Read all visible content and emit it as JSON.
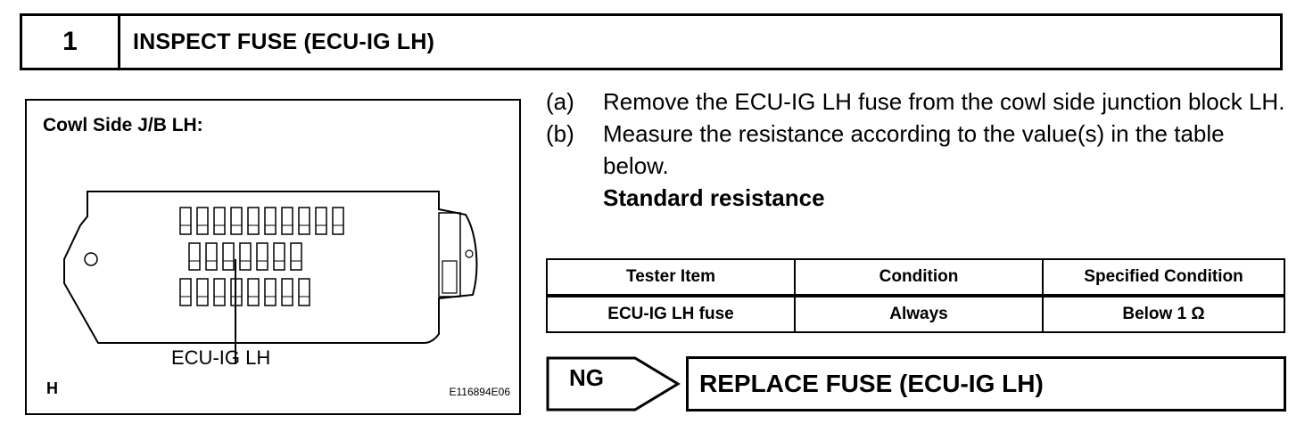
{
  "header": {
    "step_number": "1",
    "title": "INSPECT FUSE (ECU-IG LH)"
  },
  "figure": {
    "caption": "Cowl Side J/B LH:",
    "callout": "ECU-IG LH",
    "corner_mark": "H",
    "code": "E116894E06",
    "fuse_rows": [
      10,
      7,
      8
    ]
  },
  "instructions": {
    "steps": [
      {
        "label": "(a)",
        "text": "Remove the ECU-IG LH fuse from the cowl side junction block LH."
      },
      {
        "label": "(b)",
        "text": "Measure the resistance according to the value(s) in the table below."
      }
    ],
    "standard_heading": "Standard resistance"
  },
  "table": {
    "headers": [
      "Tester Item",
      "Condition",
      "Specified Condition"
    ],
    "rows": [
      [
        "ECU-IG LH fuse",
        "Always",
        "Below 1 Ω"
      ]
    ]
  },
  "result": {
    "ng_label": "NG",
    "action": "REPLACE FUSE (ECU-IG LH)"
  }
}
